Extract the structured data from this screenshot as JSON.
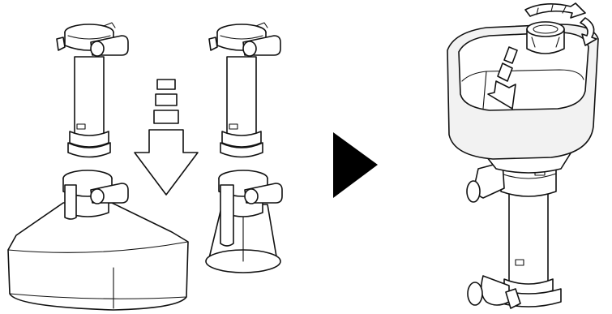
{
  "diagram": {
    "steps": [
      {
        "id": "assemble",
        "parts": [
          "tube",
          "square-hopper",
          "funnel-hopper"
        ]
      },
      {
        "id": "assembled",
        "parts": [
          "square-hopper",
          "tube",
          "collar",
          "rotate-arrows"
        ]
      }
    ],
    "colors": {
      "line": "#111111",
      "fill": "#ffffff",
      "shade": "#f2f2f2",
      "play": "#000000"
    },
    "icons": [
      "down-arrow-icon",
      "play-arrow-icon",
      "rotate-icon"
    ]
  }
}
